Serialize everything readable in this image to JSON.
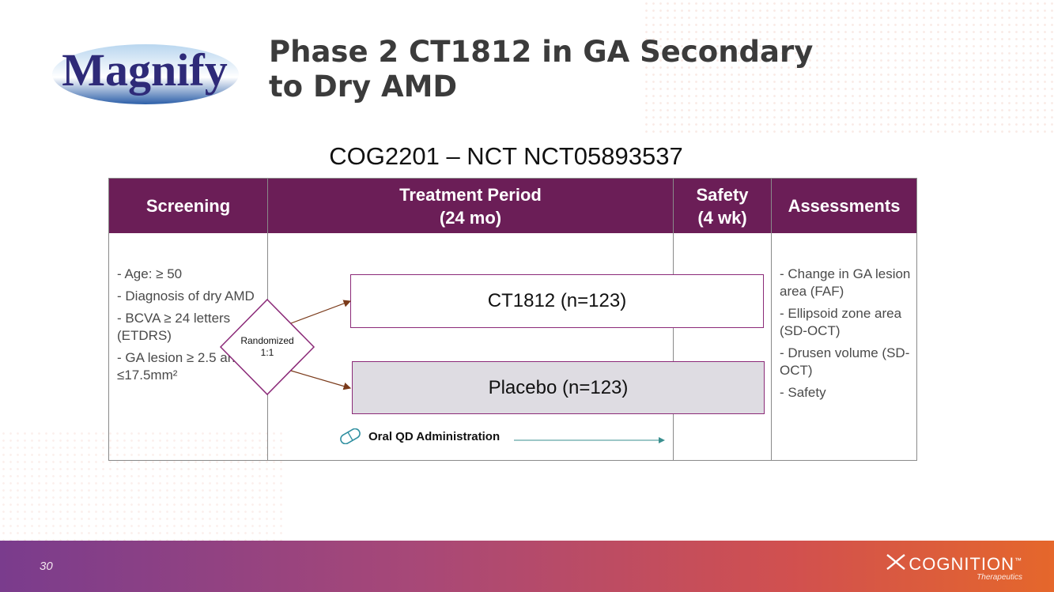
{
  "logo": {
    "text": "Magnify"
  },
  "title": {
    "line1": "Phase 2  CT1812 in GA Secondary",
    "line2": "to Dry AMD"
  },
  "subtitle": "COG2201 – NCT NCT05893537",
  "table": {
    "headers": {
      "screening": "Screening",
      "treatment_line1": "Treatment Period",
      "treatment_line2": "(24 mo)",
      "safety_line1": "Safety",
      "safety_line2": "(4 wk)",
      "assessments": "Assessments"
    },
    "screening_items": [
      "- Age: ≥ 50",
      "- Diagnosis of dry AMD",
      "- BCVA ≥ 24 letters (ETDRS)",
      "- GA lesion ≥ 2.5 and ≤17.5mm²"
    ],
    "randomized": {
      "line1": "Randomized",
      "line2": "1:1"
    },
    "arms": [
      {
        "label": "CT1812 (n=123)"
      },
      {
        "label": "Placebo (n=123)"
      }
    ],
    "administration": "Oral QD Administration",
    "assessment_items": [
      "- Change in GA lesion area (FAF)",
      "- Ellipsoid zone area (SD-OCT)",
      "- Drusen volume (SD-OCT)",
      "- Safety"
    ]
  },
  "footer": {
    "page_number": "30",
    "brand": "COGNITION",
    "trademark": "™",
    "tagline": "Therapeutics"
  },
  "colors": {
    "header_purple": "#6b1e57",
    "arm_border": "#8b2a78",
    "placebo_fill": "#dedce2",
    "arrow_brown": "#7a3a1a",
    "admin_arrow_teal": "#3a8f8f"
  },
  "icons": [
    "pill-icon",
    "cognition-x-icon"
  ]
}
